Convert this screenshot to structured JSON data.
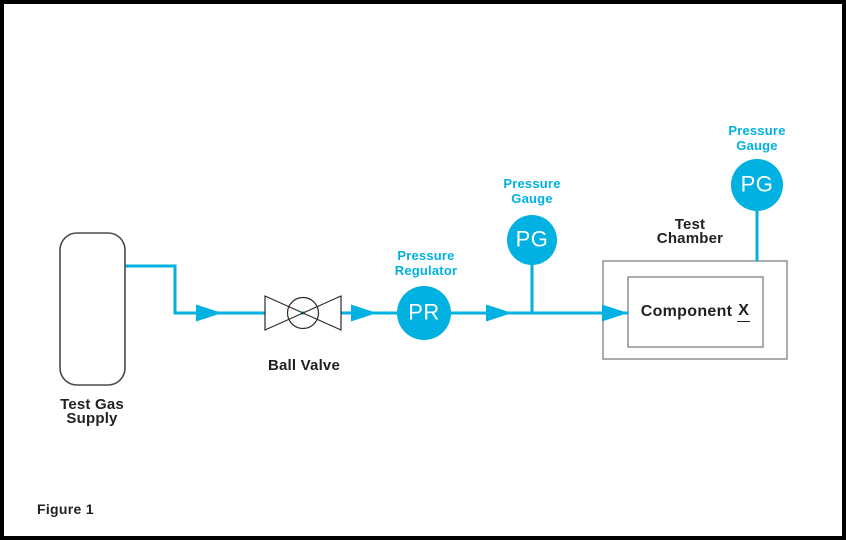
{
  "figure": {
    "caption": "Figure 1"
  },
  "colors": {
    "accent": "#00b1e2",
    "ink": "#231f20",
    "chamber-outline": "#87898b",
    "valve-outline": "#2b2b2b",
    "cylinder-outline": "#4a4a4c",
    "frame": "#000000",
    "bg": "#ffffff",
    "symbol-text": "#ffffff"
  },
  "diagram": {
    "test_gas_supply": {
      "label": [
        "Test Gas",
        "Supply"
      ]
    },
    "ball_valve": {
      "label": "Ball Valve"
    },
    "pressure_regulator": {
      "symbol": "PR",
      "label": [
        "Pressure",
        "Regulator"
      ]
    },
    "pressure_gauge_inline": {
      "symbol": "PG",
      "label": [
        "Pressure",
        "Gauge"
      ]
    },
    "pressure_gauge_chamber": {
      "symbol": "PG",
      "label": [
        "Pressure",
        "Gauge"
      ]
    },
    "test_chamber": {
      "label": [
        "Test",
        "Chamber"
      ],
      "component": {
        "name": "Component",
        "designator": "X"
      }
    }
  }
}
